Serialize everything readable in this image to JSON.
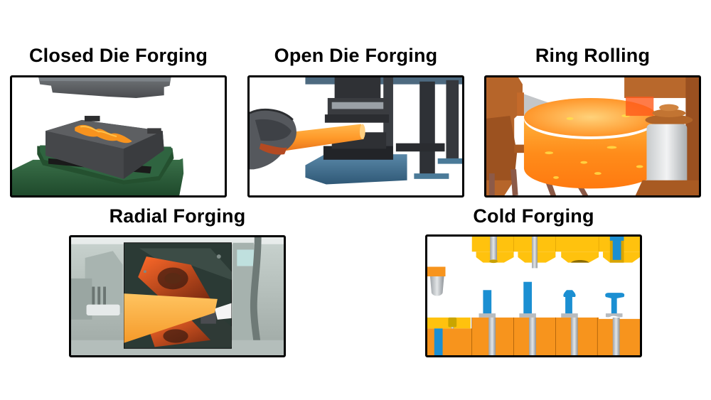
{
  "figure": {
    "panels": [
      {
        "id": "closed-die",
        "title": "Closed Die Forging",
        "illustration": "closed-die-press-with-hot-billet"
      },
      {
        "id": "open-die",
        "title": "Open Die Forging",
        "illustration": "tongs-holding-hot-bar-between-flat-dies"
      },
      {
        "id": "ring-rolling",
        "title": "Ring Rolling",
        "illustration": "glowing-ring-between-rolls"
      },
      {
        "id": "radial",
        "title": "Radial Forging",
        "illustration": "hammers-around-hot-bar-inset"
      },
      {
        "id": "cold",
        "title": "Cold Forging",
        "illustration": "multi-station-header-dies-and-blanks"
      }
    ],
    "colors": {
      "border": "#000000",
      "hot_metal": "#F7931E",
      "die_gray": "#5A5A5C",
      "press_green": "#2E5B3A",
      "open_die_blue": "#3E6E8E",
      "ring_orange": "#FF8A1A",
      "cold_die_orange": "#F7941D",
      "cold_punch_yellow": "#FFC20E",
      "cold_blank_blue": "#1B8FD2",
      "steel_gray": "#B8BCC0"
    }
  }
}
